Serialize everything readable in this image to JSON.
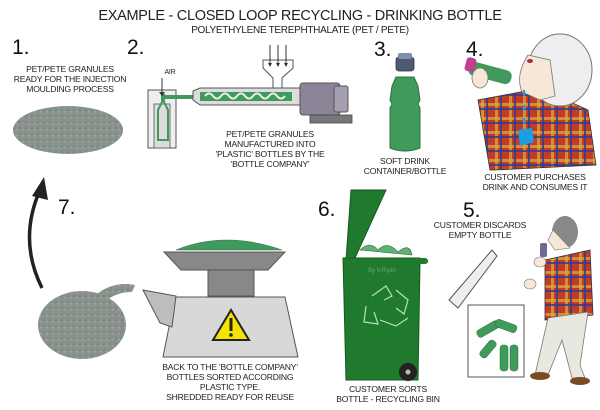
{
  "header": {
    "title": "EXAMPLE - CLOSED LOOP RECYCLING - DRINKING BOTTLE",
    "subtitle": "POLYETHYLENE TEREPHTHALATE  (PET / PETE)"
  },
  "steps": [
    {
      "number": "1.",
      "caption": [
        "PET/PETE GRANULES",
        "READY FOR THE INJECTION",
        "MOULDING PROCESS"
      ]
    },
    {
      "number": "2.",
      "label": "AIR",
      "caption": [
        "PET/PETE GRANULES",
        "MANUFACTURED INTO",
        "'PLASTIC' BOTTLES BY THE",
        "'BOTTLE COMPANY'"
      ]
    },
    {
      "number": "3.",
      "caption": [
        "SOFT DRINK",
        "CONTAINER/BOTTLE"
      ]
    },
    {
      "number": "4.",
      "caption": [
        "CUSTOMER PURCHASES",
        "DRINK AND CONSUMES IT"
      ]
    },
    {
      "number": "5.",
      "caption": [
        "CUSTOMER DISCARDS",
        "EMPTY BOTTLE"
      ]
    },
    {
      "number": "6.",
      "caption": [
        "CUSTOMER SORTS",
        "BOTTLE - RECYCLING BIN"
      ]
    },
    {
      "number": "7.",
      "caption": [
        "BACK TO THE 'BOTTLE COMPANY'",
        "BOTTLES SORTED ACCORDING",
        "PLASTIC TYPE.",
        "SHREDDED READY FOR REUSE"
      ]
    }
  ],
  "credits": {
    "bin": "By V.Ryan",
    "person": "By V.Ryan"
  },
  "colors": {
    "pet_green": "#3f9a5c",
    "bin_green": "#1f7a2e",
    "machine_grey": "#8a8a8a",
    "hopper_light": "#d4d4d4",
    "warning_yellow": "#f5e400",
    "shirt_red": "#c23a2a",
    "water_blue": "#1aa0e0"
  }
}
